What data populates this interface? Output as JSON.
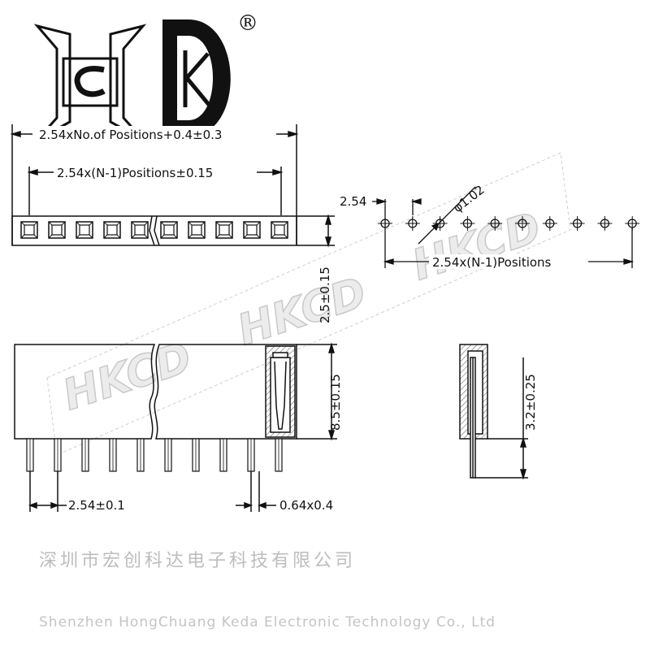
{
  "logo": {
    "letters": "HCKD",
    "registered_mark": "®"
  },
  "watermark": {
    "text": "HKCD"
  },
  "dimensions": {
    "overall_length": "2.54xNo.of  Positions+0.4±0.3",
    "pitch_span": "2.54x(N-1)Positions±0.15",
    "body_height": "2.5±0.15",
    "pcb_pitch": "2.54",
    "hole_diameter": "φ1.02",
    "pcb_span": "2.54x(N-1)Positions",
    "total_height": "8.5±0.15",
    "pin_length": "3.2±0.25",
    "pin_pitch": "2.54±0.1",
    "pin_size": "0.64x0.4"
  },
  "company": {
    "name_cn": "深圳市宏创科达电子科技有限公司",
    "name_en": "Shenzhen HongChuang Keda Electronic Technology Co., Ltd"
  }
}
